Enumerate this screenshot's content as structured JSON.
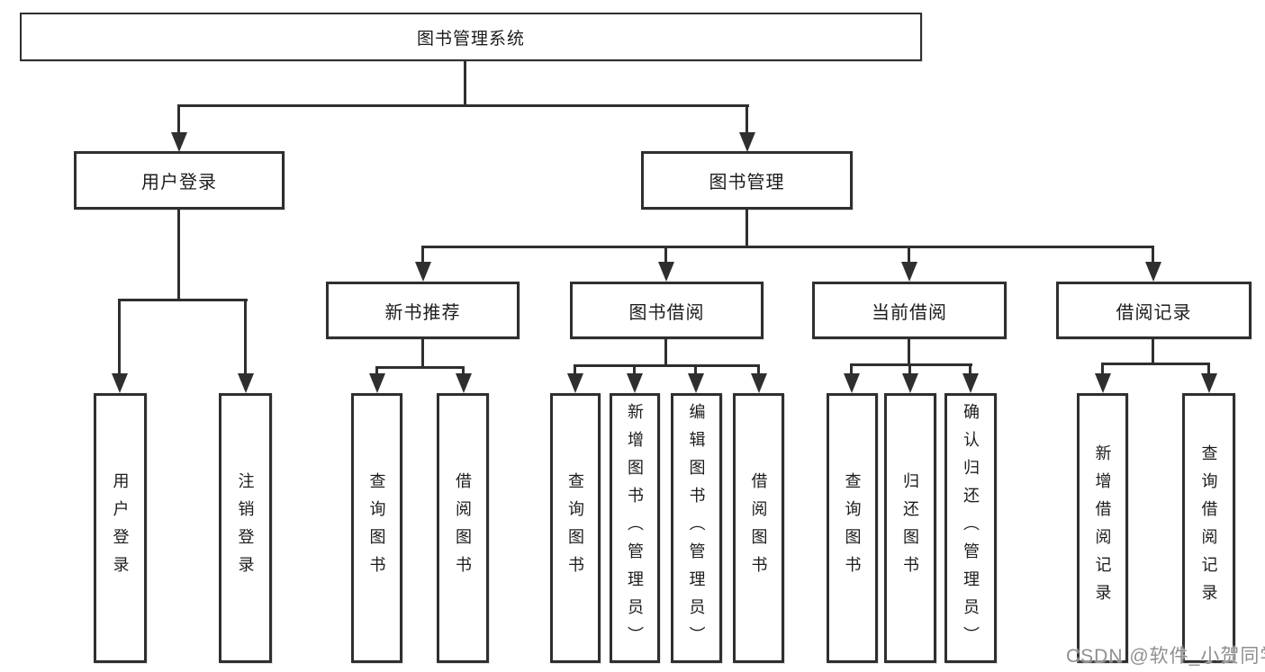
{
  "diagram_title": "图书管理系统",
  "labels": {
    "root": "图书管理系统",
    "l2": [
      "用户登录",
      "图书管理"
    ],
    "l3": [
      "新书推荐",
      "图书借阅",
      "当前借阅",
      "借阅记录"
    ],
    "leaves_login": [
      "用户登录",
      "注销登录"
    ],
    "leaves_newbook": [
      "查询图书",
      "借阅图书"
    ],
    "leaves_borrow": [
      "查询图书",
      "新增图书（管理员）",
      "编辑图书（管理员）",
      "借阅图书"
    ],
    "leaves_current": [
      "查询图书",
      "归还图书",
      "确认归还（管理员）"
    ],
    "leaves_record": [
      "新增借阅记录",
      "查询借阅记录"
    ]
  },
  "hierarchy": {
    "图书管理系统": [
      "用户登录",
      "图书管理"
    ],
    "用户登录": [
      "用户登录",
      "注销登录"
    ],
    "图书管理": [
      "新书推荐",
      "图书借阅",
      "当前借阅",
      "借阅记录"
    ],
    "新书推荐": [
      "查询图书",
      "借阅图书"
    ],
    "图书借阅": [
      "查询图书",
      "新增图书（管理员）",
      "编辑图书（管理员）",
      "借阅图书"
    ],
    "当前借阅": [
      "查询图书",
      "归还图书",
      "确认归还（管理员）"
    ],
    "借阅记录": [
      "新增借阅记录",
      "查询借阅记录"
    ]
  },
  "watermark": {
    "text": "CSDN @软件_小贺同学"
  },
  "colors": {
    "line": "#2f2f2f",
    "text": "#1c1c1c",
    "watermark": "#8f8f8f",
    "background": "#ffffff"
  }
}
